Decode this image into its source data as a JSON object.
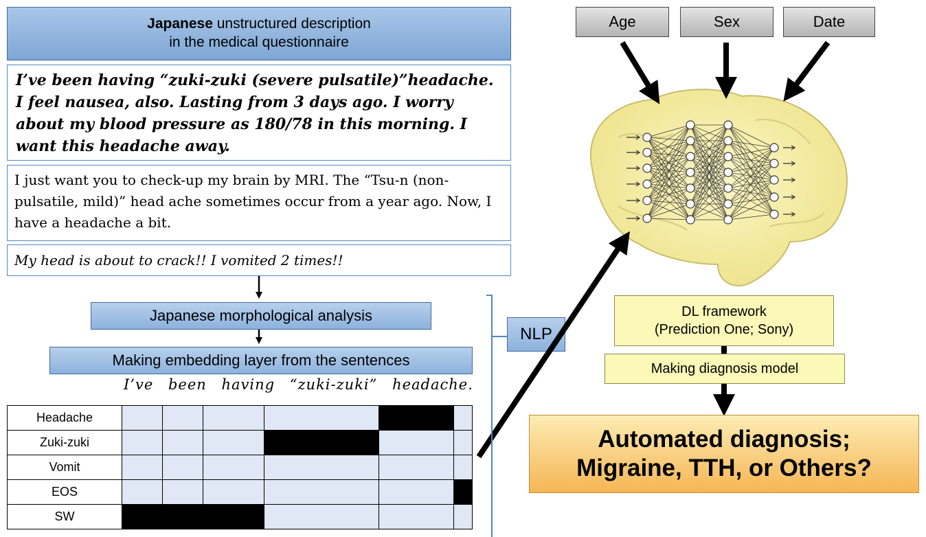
{
  "header": {
    "bold": "Japanese",
    "rest_line1": " unstructured description",
    "line2": "in the medical questionnaire"
  },
  "questionnaire": {
    "q1": "I’ve been having “zuki-zuki (severe pulsatile)”headache. I feel nausea, also. Lasting from 3 days ago. I worry about my blood pressure as 180/78 in this morning. I want this headache away.",
    "q2": "I just want you to check-up my brain by MRI. The “Tsu-n (non-pulsatile, mild)” head ache sometimes occur from a year ago. Now, I have a headache a bit.",
    "q3": "My head is about to crack!! I vomited 2 times!!"
  },
  "steps": {
    "morph": "Japanese morphological analysis",
    "embed": "Making embedding layer from the sentences",
    "nlp": "NLP"
  },
  "sentence_words": [
    "I’ve",
    "been",
    "having",
    "“zuki-zuki”",
    "headache."
  ],
  "embedding_matrix": {
    "rows": [
      {
        "label": "Headache",
        "cells": [
          0,
          0,
          0,
          0,
          1,
          0
        ]
      },
      {
        "label": "Zuki-zuki",
        "cells": [
          0,
          0,
          0,
          1,
          0,
          0
        ]
      },
      {
        "label": "Vomit",
        "cells": [
          0,
          0,
          0,
          0,
          0,
          0
        ]
      },
      {
        "label": "EOS",
        "cells": [
          0,
          0,
          0,
          0,
          0,
          1
        ]
      },
      {
        "label": "SW",
        "cells": [
          1,
          1,
          1,
          0,
          0,
          0
        ]
      }
    ]
  },
  "inputs": {
    "age": "Age",
    "sex": "Sex",
    "date": "Date"
  },
  "dl_framework": {
    "line1": "DL framework",
    "line2": "(Prediction One; Sony)"
  },
  "diagnosis_model": "Making diagnosis model",
  "result": {
    "line1": "Automated diagnosis;",
    "line2": "Migraine, TTH, or Others?"
  },
  "colors": {
    "blue_box": "#8db2dd",
    "yellow_box": "#fbf8b8",
    "result_box": "#f5b655",
    "brain": "#f7f0a6"
  }
}
